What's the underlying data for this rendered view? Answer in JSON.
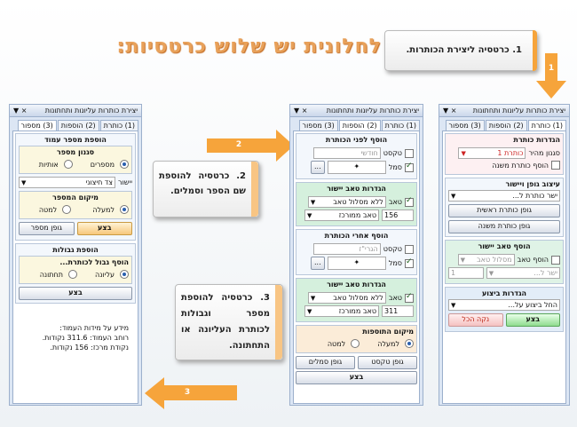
{
  "slide": {
    "title": "לחלונית יש שלוש כרטסיות:",
    "notes": {
      "n1": "1. כרטסיה ליצירת הכותרות.",
      "n2": "2. כרטסיה להוספת שם הספר וסמלים.",
      "n3": "3. כרטסיה להוספת מספר וגבולות לכותרת העליונה או התחתונה."
    },
    "badges": {
      "b1": "1",
      "b2": "2",
      "b3": "3"
    }
  },
  "panel": {
    "title": "יצירת כותרות עליונות ותחתונות",
    "ctrl": "▼ ×",
    "tabs": [
      "(1) כותרת",
      "(2) הוספות",
      "(3) מספור"
    ]
  },
  "p1": {
    "g1": {
      "title": "הגדרות כותרת",
      "style_label": "סגנון מהיר",
      "style_value": "כותרת 1",
      "sub_label": "הוסף כותרת משנה"
    },
    "g2": {
      "title": "עיצוב גופן ויישור",
      "align_value": "ישר כותרת ל...",
      "main_font_btn": "גופן כותרת ראשית",
      "sub_font_btn": "גופן כותרת משנה"
    },
    "g3": {
      "title": "הוסף טאב יישור",
      "add_tab_label": "הוסף טאב",
      "path_value": "מסלול טאב",
      "align_value": "ישר ל...",
      "num": "1"
    },
    "g4": {
      "title": "הגדרות ביצוע",
      "exec_value": "החל ביצוע על...",
      "run_btn": "בצע",
      "clear_btn": "נקה הכל"
    }
  },
  "p2": {
    "g1": {
      "title": "הוסף לפני הכותרת",
      "text_label": "טקסט",
      "text_value": "חודשי",
      "symbol_label": "סמל",
      "symbol_value": "✦",
      "more": "..."
    },
    "g2": {
      "title": "הגדרות טאב יישור",
      "tab_label": "טאב",
      "path_value": "ללא מסלול טאב",
      "center_value": "טאב ממורכז",
      "num": "156"
    },
    "g3": {
      "title": "הוסף אחרי הכותרת",
      "text_label": "טקסט",
      "text_value": "הגרי\"ז",
      "symbol_label": "סמל",
      "symbol_value": "✦",
      "more": "..."
    },
    "g4": {
      "title": "הגדרות טאב יישור",
      "tab_label": "טאב",
      "path_value": "ללא מסלול טאב",
      "center_value": "טאב ממורכז",
      "num": "311"
    },
    "g5": {
      "title": "מיקום התוספות",
      "up": "למעלה",
      "down": "למטה"
    },
    "text_font_btn": "גופן טקסט",
    "symbol_font_btn": "גופן סמלים",
    "run_btn": "בצע"
  },
  "p3": {
    "g1": {
      "title": "הוספת מספר עמוד",
      "style_title": "סגנון מספר",
      "letters": "אותיות",
      "numbers": "מספרים",
      "align_label": "יישור",
      "align_value": "צד חיצוני"
    },
    "g2": {
      "title": "מיקום המספר",
      "up": "למעלה",
      "down": "למטה"
    },
    "run_btn": "בצע",
    "font_btn": "גופן מספר",
    "g3": {
      "title": "הוספת גבולות",
      "sub_title": "הוסף גבול לכותרת...",
      "top": "עליונה",
      "bottom": "תחתונה"
    },
    "run_btn2": "בצע",
    "info": {
      "l1": "מידע על מידות העמוד:",
      "l2": "רוחב העמוד: 311.6 נקודות.",
      "l3": "נקודת מרכז: 156 נקודות."
    }
  }
}
